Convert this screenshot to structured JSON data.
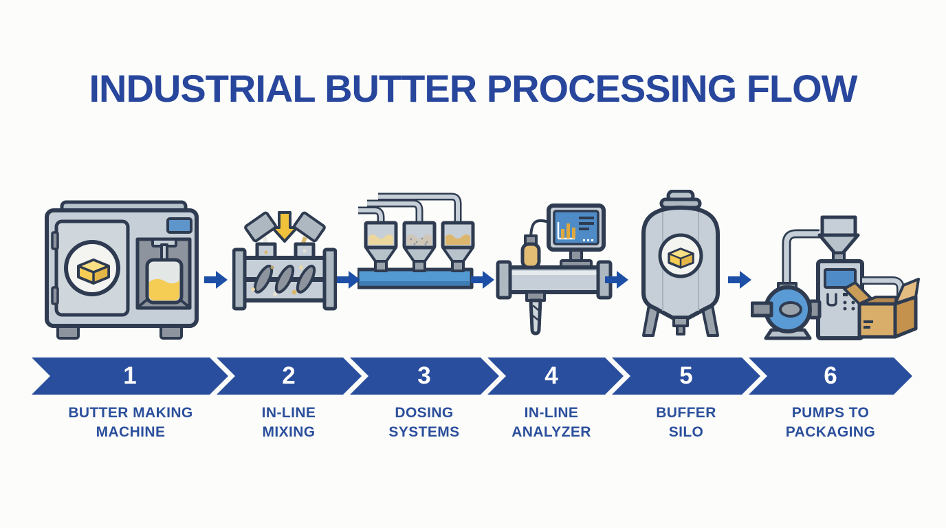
{
  "title": "INDUSTRIAL BUTTER PROCESSING FLOW",
  "steps": [
    {
      "number": "1",
      "label_lines": [
        "BUTTER MAKING",
        "MACHINE"
      ]
    },
    {
      "number": "2",
      "label_lines": [
        "IN-LINE",
        "MIXING"
      ]
    },
    {
      "number": "3",
      "label_lines": [
        "DOSING",
        "SYSTEMS"
      ]
    },
    {
      "number": "4",
      "label_lines": [
        "IN-LINE",
        "ANALYZER"
      ]
    },
    {
      "number": "5",
      "label_lines": [
        "BUFFER",
        "SILO"
      ]
    },
    {
      "number": "6",
      "label_lines": [
        "PUMPS TO",
        "PACKAGING"
      ]
    }
  ],
  "colors": {
    "background": "#fcfcfa",
    "title_blue": "#27469c",
    "label_blue": "#2b4f9c",
    "chevron_blue": "#2a4e9e",
    "flow_arrow_blue": "#1d4fa6",
    "outline_navy": "#2e3b50",
    "machine_gray": "#c6cfd7",
    "panel_gray": "#8d949d",
    "butter_yellow": "#f5cd55",
    "screen_blue": "#4f8cc7",
    "pump_blue": "#5b9bd5",
    "dosing_pipe_blue": "#549ad2",
    "carton_tan": "#d9ad6a",
    "ingredient_arrow_yellow": "#f0c23c"
  }
}
